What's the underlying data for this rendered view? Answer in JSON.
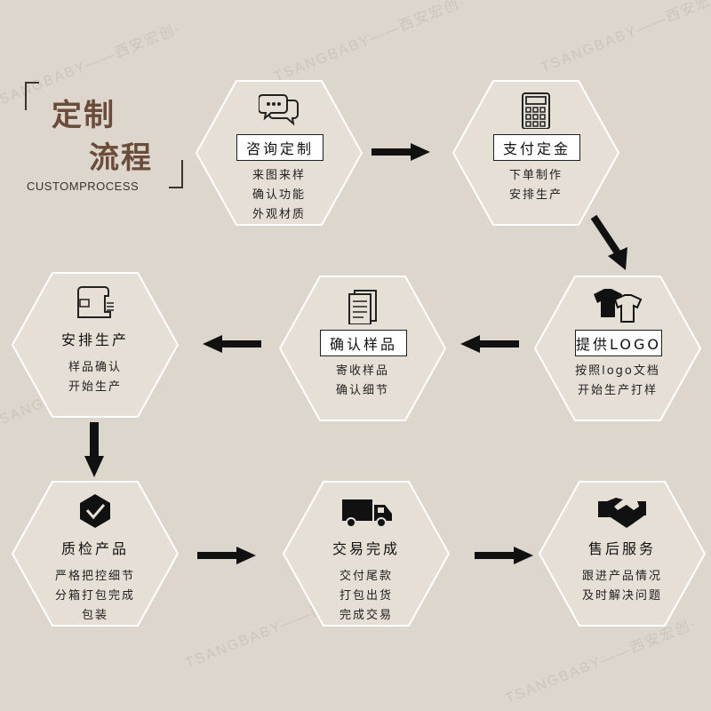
{
  "title": {
    "line1": "定制",
    "line2": "流程",
    "subtitle": "CUSTOMPROCESS"
  },
  "watermark": "TSANGBABY——西安宏创·",
  "steps": [
    {
      "label": "咨询定制",
      "icon": "chat-icon",
      "desc": [
        "来图来样",
        "确认功能",
        "外观材质"
      ]
    },
    {
      "label": "支付定金",
      "icon": "calculator-icon",
      "desc": [
        "下单制作",
        "安排生产"
      ]
    },
    {
      "label": "提供LOGO",
      "icon": "tshirt-icon",
      "desc": [
        "按照logo文档",
        "开始生产打样"
      ]
    },
    {
      "label": "确认样品",
      "icon": "document-icon",
      "desc": [
        "寄收样品",
        "确认细节"
      ]
    },
    {
      "label": "安排生产",
      "icon": "sewing-machine-icon",
      "desc": [
        "样品确认",
        "开始生产"
      ]
    },
    {
      "label": "质检产品",
      "icon": "quality-badge-icon",
      "desc": [
        "严格把控细节",
        "分箱打包完成",
        "包装"
      ]
    },
    {
      "label": "交易完成",
      "icon": "truck-icon",
      "desc": [
        "交付尾款",
        "打包出货",
        "完成交易"
      ]
    },
    {
      "label": "售后服务",
      "icon": "handshake-icon",
      "desc": [
        "跟进产品情况",
        "及时解决问题"
      ]
    }
  ],
  "colors": {
    "background": "#ddd6cc",
    "title": "#6b4c3b",
    "hex_fill": "#e5dfd6",
    "hex_border": "#ffffff",
    "arrow": "#111111"
  }
}
